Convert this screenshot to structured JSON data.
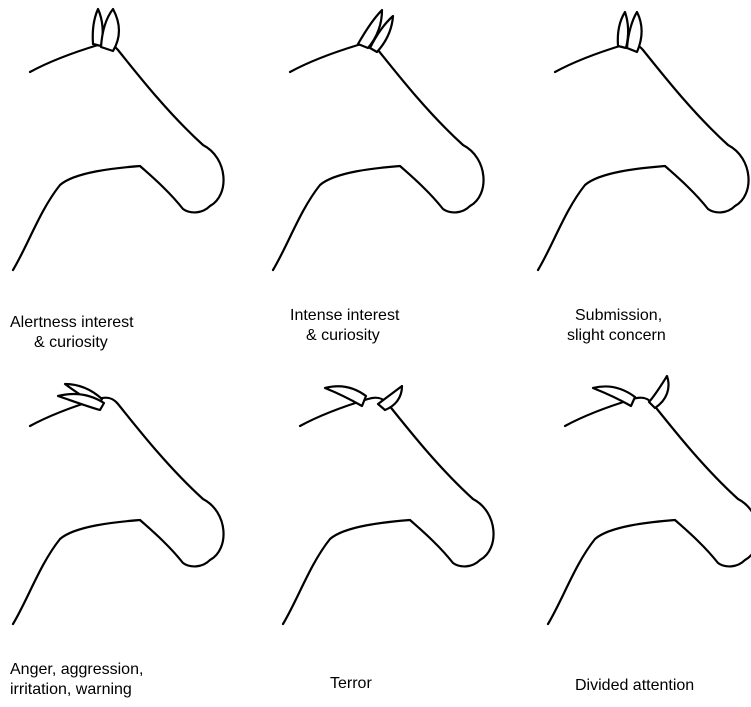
{
  "panels": [
    {
      "id": "alertness",
      "ear_pose": "both-forward",
      "caption": [
        "Alertness interest",
        "& curiosity"
      ]
    },
    {
      "id": "intense",
      "ear_pose": "both-forward-tilted",
      "caption": [
        "Intense interest",
        "& curiosity"
      ]
    },
    {
      "id": "submission",
      "ear_pose": "both-forward-slack",
      "caption": [
        "Submission,",
        "slight concern"
      ]
    },
    {
      "id": "anger",
      "ear_pose": "pinned-back",
      "caption": [
        "Anger, aggression,",
        "irritation, warning"
      ]
    },
    {
      "id": "terror",
      "ear_pose": "split-flat",
      "caption": [
        "Terror"
      ]
    },
    {
      "id": "divided",
      "ear_pose": "one-forward-one-back",
      "caption": [
        "Divided attention"
      ]
    }
  ],
  "colors": {
    "line": "#000000",
    "background": "#ffffff"
  }
}
